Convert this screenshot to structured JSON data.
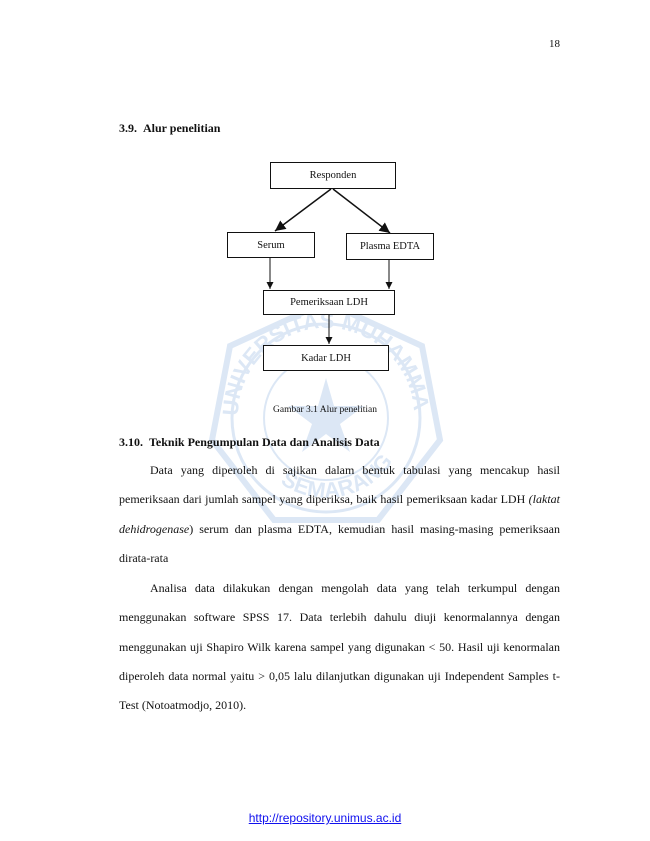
{
  "page_number": "18",
  "section_flow": {
    "number": "3.9.",
    "title": "Alur penelitian"
  },
  "flowchart": {
    "nodes": {
      "responden": "Responden",
      "serum": "Serum",
      "plasma": "Plasma EDTA",
      "pemeriksaan": "Pemeriksaan LDH",
      "kadar": "Kadar LDH"
    },
    "caption": "Gambar 3.1 Alur penelitian"
  },
  "section_analysis": {
    "number": "3.10.",
    "title": "Teknik Pengumpulan Data dan Analisis Data"
  },
  "paragraph1": {
    "before_italic": "Data yang diperoleh di sajikan dalam bentuk tabulasi yang mencakup hasil pemeriksaan dari jumlah sampel yang diperiksa, baik hasil pemeriksaan kadar LDH ",
    "italic": "(laktat dehidrogenase",
    "after_italic": ") serum dan plasma EDTA, kemudian hasil masing-masing pemeriksaan dirata-rata"
  },
  "paragraph2": "Analisa data dilakukan dengan mengolah data yang telah terkumpul dengan menggunakan software SPSS 17. Data terlebih dahulu diuji kenormalannya dengan menggunakan uji Shapiro Wilk karena sampel yang digunakan < 50. Hasil uji kenormalan diperoleh data normal yaitu  > 0,05 lalu dilanjutkan digunakan uji Independent Samples t-Test (Notoatmodjo, 2010).",
  "watermark": {
    "top_text": "UNIVERSITAS MUHAMMADIYAH",
    "bottom_text": "SEMARANG"
  },
  "footer": {
    "link": "http://repository.unimus.ac.id",
    "link_color": "#1010ee"
  }
}
